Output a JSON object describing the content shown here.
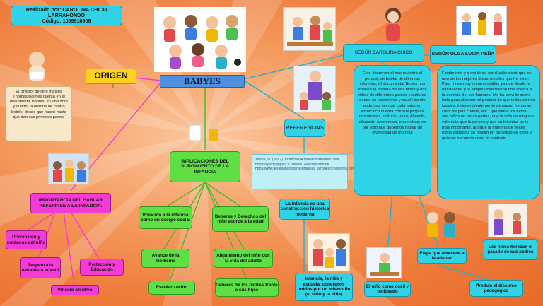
{
  "author": {
    "line1": "Realizado por: CAROLINA CHICO LARRAHONDO",
    "line2": "Código: 1059910906"
  },
  "title": "BABYES",
  "origen": {
    "label": "ORIGEN",
    "text": "El director de cine francés Thomas Balmes cuenta en el documental Babies, en una hora y cuarto, la historia de cuatro bebés, desde que nacen hasta que dan sus primeros pasos."
  },
  "importancia": {
    "label": "IMPORTANCIA DEL HABLAR REFERIRSE A LA INFANCIA.",
    "items": [
      "Prevención y cuidados del niño",
      "Respeto a la naturaleza infantil",
      "Protección y Educación",
      "Vínculo afectivo"
    ]
  },
  "implicaciones": {
    "label": "IMPLICACIONES DEL SURGIMIENTO DE LA INFANCIA",
    "items": [
      "Posición a la infancia como un cuerpo social",
      "Deberes y Derechos del niño acorde a la edad",
      "Avance de la medicina",
      "Alejamiento del niño con la vida del adulto",
      "Escolarización",
      "Deberes de los padres frente a sus hijos"
    ]
  },
  "referencias": {
    "label": "REFERENCIAS",
    "text": "Torres, D. (2012). Infancias Afrodescendientes: una mirada pedagógica y cultural. Recuperado de http://www.uel.es/incolibbra/Infancias_afrodescendientes.pdf"
  },
  "construccion": {
    "label": "La infancia es una construcción histórica moderna",
    "child": "Infancia, familia y escuela, conceptos unidos por un mismo fin (el niño y la niña)"
  },
  "carolina": {
    "label": "SEGÚN CAROLINA CHICO",
    "text": "Este documental nos muestra el porqué, de hablar de diversas infancias, el documental Bebes nos enseña la historia de dos niñas y dos niños de diferentes países y culturas desde su nacimiento y es allí donde podemos ver que cada lugar en específico cuenta con sus propias costumbres, culturas, raza, dialecto, situación económica, entre otras; es por esto que debemos hablar de diversidad de infancia",
    "items": [
      "El niño como dócil y moldeado",
      "Etapa que antecede a la adultez",
      "Produjo el discurso pedagógico",
      "Los niños heredan el pasado de sus padres"
    ]
  },
  "olga": {
    "label": "SEGÚN OLGA LUCIA PEÑA",
    "text": "Finalmente y a modo de conclusión decir que es uno de los mejores documentales que he visto. Para mi es muy recomendable, ya que desde la naturalidad y la simple observación nos acerca a la esencia del ser humano. Me ha servido sobre todo para afianzar mi postura de que todos somos iguales, independientemente de razas, fronteras, color de piel, cultura, etc., que todos los niños, son niños en todas partes, que la vida de ninguno vale más que la de otro y que su felicidad es lo más importante, aunque la mayoría de veces estos aspectos se obvien en beneficio de otros y quieran hacernos creer lo contrario."
  },
  "colors": {
    "background": "#ee7a3a",
    "cyan": "#2fd3e6",
    "green": "#5ee045",
    "pink": "#f43bd7",
    "yellow": "#ffd21f",
    "titlebar": "#4f8fe0"
  }
}
